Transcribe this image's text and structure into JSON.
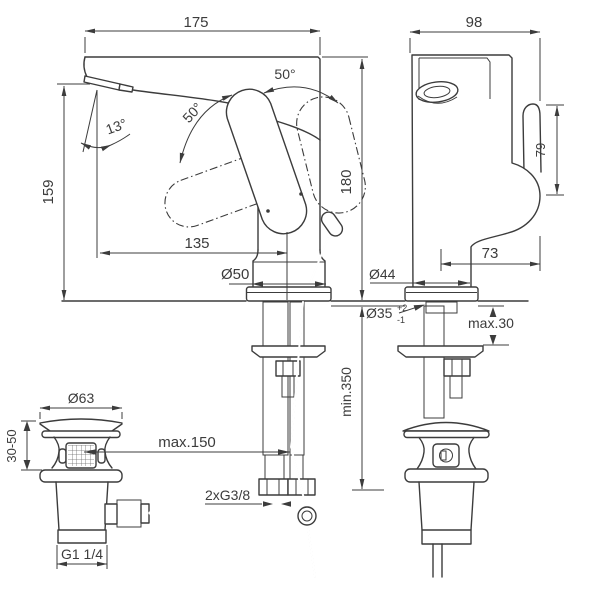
{
  "drawing": {
    "type": "technical-installation-drawing",
    "subject": "single-lever basin mixer with pop-up waste, front and side views"
  },
  "labels": {
    "front_width": "175",
    "side_depth": "98",
    "swivel_left": "50°",
    "swivel_right": "50°",
    "spray_angle": "13°",
    "spout_height": "159",
    "overall_height": "180",
    "spout_reach": "135",
    "base_dia": "Ø50",
    "body_dia": "Ø44",
    "hole_dia": "Ø35",
    "hole_tol_up": "+2",
    "hole_tol_down": "-1",
    "handle_offset": "73",
    "lever_span": "79",
    "deck_thickness": "max.30",
    "clearance_below": "min.350",
    "rod_reach": "max.150",
    "waste_dia": "Ø63",
    "waste_deck_range": "30-50",
    "supply_threads": "2xG3/8",
    "waste_thread": "G1 1/4"
  },
  "colors": {
    "line": "#3c3c3c",
    "background": "#ffffff"
  }
}
